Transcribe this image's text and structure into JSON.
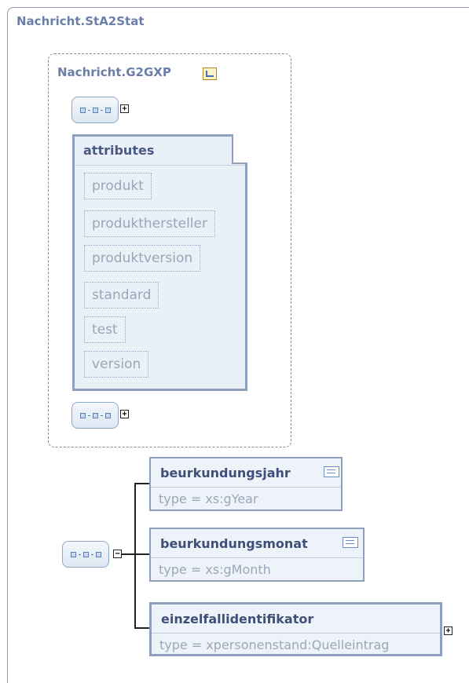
{
  "outer": {
    "title": "Nachricht.StA2Stat"
  },
  "group": {
    "title": "Nachricht.G2GXP",
    "type_icon": "complex-type-icon"
  },
  "attributes": {
    "title": "attributes",
    "items": [
      "produkt",
      "produkthersteller",
      "produktversion",
      "standard",
      "test",
      "version"
    ]
  },
  "elements": [
    {
      "name": "beurkundungsjahr",
      "type": "type = xs:gYear"
    },
    {
      "name": "beurkundungsmonat",
      "type": "type = xs:gMonth"
    },
    {
      "name": "einzelfallidentifikator",
      "type": "type = xpersonenstand:Quelleintrag"
    }
  ],
  "toggles": {
    "plus": "+",
    "minus": "−"
  }
}
